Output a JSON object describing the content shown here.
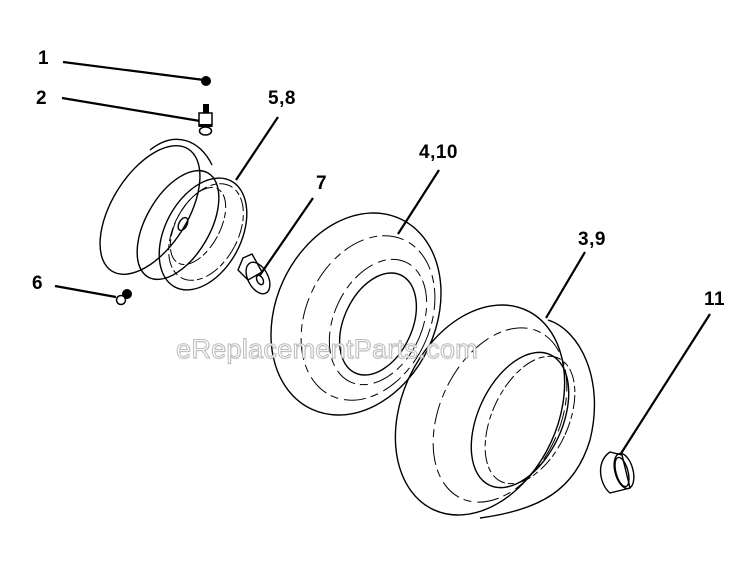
{
  "diagram": {
    "type": "exploded-parts-diagram",
    "subject": "Wheels and tires",
    "callouts": [
      {
        "id": "c1",
        "label": "1",
        "part": "valve-stem-cap"
      },
      {
        "id": "c2",
        "label": "2",
        "part": "valve-stem"
      },
      {
        "id": "c3",
        "label": "5,8",
        "part": "wheel-rim"
      },
      {
        "id": "c4",
        "label": "7",
        "part": "flanged-bushing"
      },
      {
        "id": "c5",
        "label": "4,10",
        "part": "front-tire"
      },
      {
        "id": "c6",
        "label": "3,9",
        "part": "rear-tire"
      },
      {
        "id": "c7",
        "label": "6",
        "part": "grease-fitting"
      },
      {
        "id": "c8",
        "label": "11",
        "part": "hub-cap"
      }
    ],
    "watermark": "eReplacementParts.com",
    "colors": {
      "background": "#ffffff",
      "line": "#000000",
      "watermark_outline": "#b8b8b8"
    }
  }
}
